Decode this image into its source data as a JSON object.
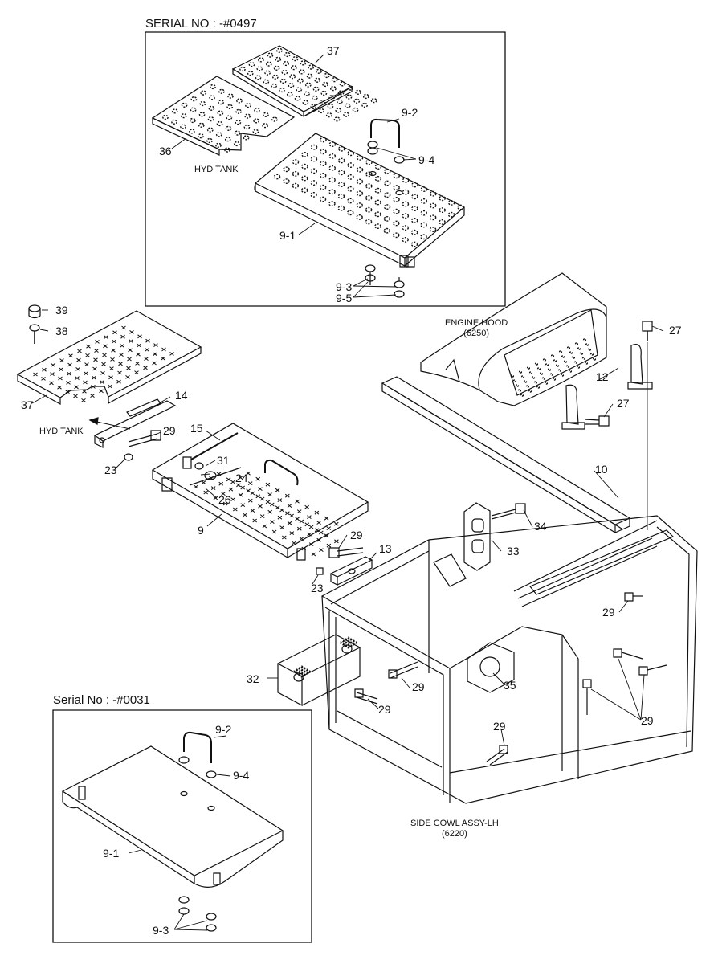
{
  "insets": {
    "top_serial": "SERIAL NO : -#0497",
    "bottom_serial": "Serial No : -#0031"
  },
  "captions": {
    "hyd_tank_top": "HYD TANK",
    "hyd_tank_mid": "HYD TANK",
    "engine_hood": "ENGINE HOOD",
    "engine_hood_code": "(6250)",
    "side_cowl": "SIDE COWL ASSY-LH",
    "side_cowl_code": "(6220)"
  },
  "part_labels": {
    "p37_top": "37",
    "p36_top": "36",
    "p9_2_top": "9-2",
    "p9_4_top": "9-4",
    "p9_1_top": "9-1",
    "p9_3_top": "9-3",
    "p9_5_top": "9-5",
    "p39": "39",
    "p38": "38",
    "p37_mid": "37",
    "p14": "14",
    "p29_a": "29",
    "p23_a": "23",
    "p15": "15",
    "p31": "31",
    "p24": "24",
    "p26": "26",
    "p9": "9",
    "p29_b": "29",
    "p13": "13",
    "p23_b": "23",
    "p27_a": "27",
    "p12": "12",
    "p27_b": "27",
    "p10": "10",
    "p34": "34",
    "p33": "33",
    "p29_c": "29",
    "p35": "35",
    "p29_d": "29",
    "p29_e": "29",
    "p32": "32",
    "p29_f": "29",
    "p29_g": "29",
    "p9_2_bot": "9-2",
    "p9_4_bot": "9-4",
    "p9_1_bot": "9-1",
    "p9_3_bot": "9-3"
  }
}
